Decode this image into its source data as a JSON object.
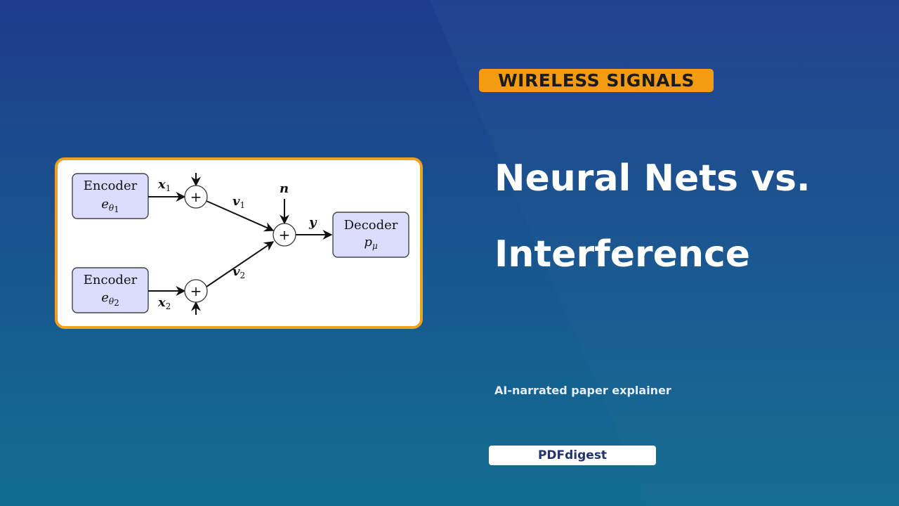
{
  "tag": "WIRELESS SIGNALS",
  "title_line1": "Neural Nets vs.",
  "title_line2": "Interference",
  "subtitle": "AI-narrated paper explainer",
  "brand": "PDFdigest",
  "colors": {
    "accent": "#f39c12",
    "background_top": "#1f3b8c",
    "background_bottom": "#136d92",
    "block_fill": "#dcdcff"
  },
  "diagram": {
    "encoder1": {
      "label": "Encoder",
      "func": "e",
      "sub": "θ",
      "subsub": "1"
    },
    "encoder2": {
      "label": "Encoder",
      "func": "e",
      "sub": "θ",
      "subsub": "2"
    },
    "decoder": {
      "label": "Decoder",
      "func": "p",
      "sub": "μ"
    },
    "x1": {
      "sym": "x",
      "sub": "1"
    },
    "x2": {
      "sym": "x",
      "sub": "2"
    },
    "v1": {
      "sym": "v",
      "sub": "1"
    },
    "v2": {
      "sym": "v",
      "sub": "2"
    },
    "n": "n",
    "y": "y",
    "plus": "+"
  }
}
